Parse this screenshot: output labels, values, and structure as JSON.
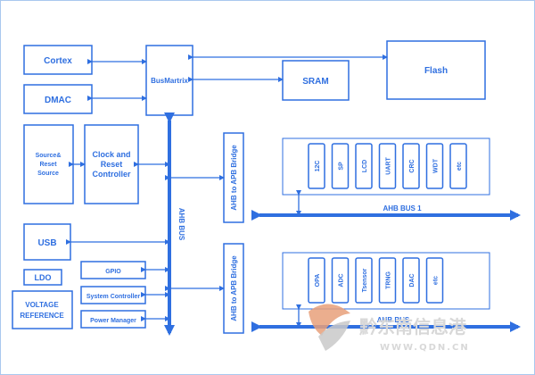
{
  "blocks": {
    "cortex": "Cortex",
    "dmac": "DMAC",
    "busmatrix": "BusMartrix",
    "sram": "SRAM",
    "flash": "Flash",
    "source_reset": [
      "Source&",
      "Reset",
      "Source"
    ],
    "clock_reset": [
      "Clock and",
      "Reset",
      "Controller"
    ],
    "usb": "USB",
    "ldo": "LDO",
    "voltage_ref": [
      "VOLTAGE",
      "REFERENCE"
    ],
    "gpio": "GPIO",
    "system_controller": "System Controller",
    "power_manager": "Power Manager"
  },
  "buses": {
    "ahb_bus": "AHB BUS",
    "ahb_bus1": "AHB BUS 1",
    "ahb_bus2": "AHB BUS"
  },
  "bridges": {
    "bridge1": "AHB to APB Bridge",
    "bridge2": "AHB to APB Bridge"
  },
  "apb1": [
    "12C",
    "SP",
    "LCD",
    "UART",
    "CRC",
    "WDT",
    "etc"
  ],
  "apb2": [
    "OPA",
    "ADC",
    "Tsensor",
    "TRNG",
    "DAC",
    "etc"
  ],
  "watermark": {
    "brand": "黔东南信息港",
    "url": "WWW.QDN.CN"
  },
  "colors": {
    "primary": "#2f6fe0",
    "frame": "#a9c8ee"
  }
}
